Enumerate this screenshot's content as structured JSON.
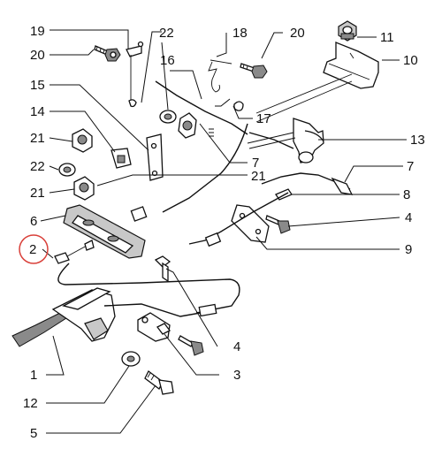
{
  "diagram": {
    "labels": [
      {
        "id": "l19",
        "text": "19"
      },
      {
        "id": "l22a",
        "text": "22"
      },
      {
        "id": "l18",
        "text": "18"
      },
      {
        "id": "l20a",
        "text": "20"
      },
      {
        "id": "l11",
        "text": "11"
      },
      {
        "id": "l20b",
        "text": "20"
      },
      {
        "id": "l16",
        "text": "16"
      },
      {
        "id": "l10",
        "text": "10"
      },
      {
        "id": "l15",
        "text": "15"
      },
      {
        "id": "l17",
        "text": "17"
      },
      {
        "id": "l14",
        "text": "14"
      },
      {
        "id": "l13",
        "text": "13"
      },
      {
        "id": "l21a",
        "text": "21"
      },
      {
        "id": "l7a",
        "text": "7"
      },
      {
        "id": "l22b",
        "text": "22"
      },
      {
        "id": "l7b",
        "text": "7"
      },
      {
        "id": "l21b",
        "text": "21"
      },
      {
        "id": "l21c",
        "text": "21"
      },
      {
        "id": "l8",
        "text": "8"
      },
      {
        "id": "l6",
        "text": "6"
      },
      {
        "id": "l4a",
        "text": "4"
      },
      {
        "id": "l2",
        "text": "2"
      },
      {
        "id": "l9",
        "text": "9"
      },
      {
        "id": "l4b",
        "text": "4"
      },
      {
        "id": "l1",
        "text": "1"
      },
      {
        "id": "l3",
        "text": "3"
      },
      {
        "id": "l12",
        "text": "12"
      },
      {
        "id": "l5",
        "text": "5"
      }
    ],
    "highlight": {
      "label_id": "l2",
      "color": "#d9403a"
    }
  }
}
